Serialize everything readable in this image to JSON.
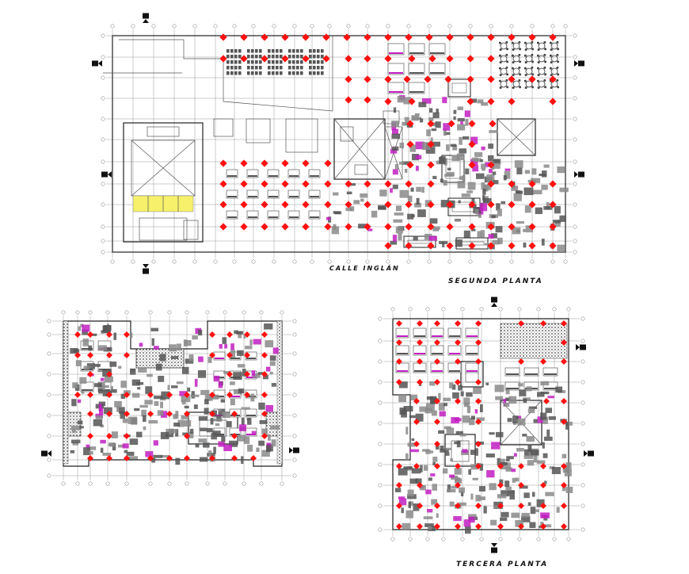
{
  "labels": {
    "street": "CALLE INGLÁN",
    "second_floor": "SEGUNDA PLANTA",
    "third_floor": "TERCERA PLANTA"
  },
  "colors": {
    "column": "#ff1010",
    "furniture_accent": "#c21ec2",
    "stage_seating": "#f6f06a",
    "line": "#222222",
    "hatch": "#555555"
  },
  "icons": [
    "section-marker-icon",
    "column-marker-icon"
  ]
}
